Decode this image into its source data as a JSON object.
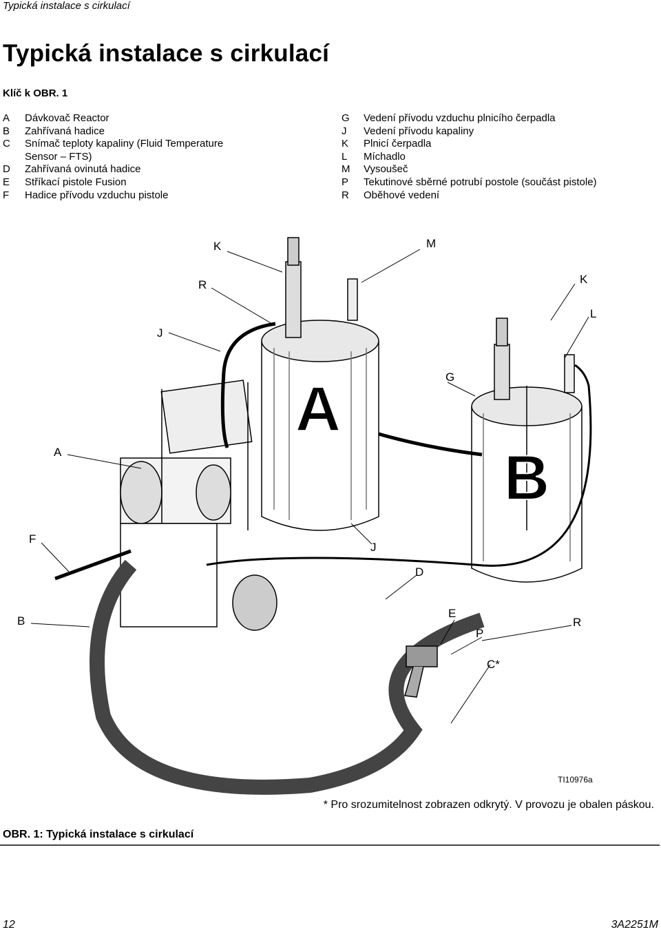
{
  "running_header": "Typická instalace s cirkulací",
  "page_title": "Typická instalace s cirkulací",
  "key_heading": {
    "prefix": "Klíč k ",
    "obr": "OBR",
    "suffix": ". 1"
  },
  "key_left": [
    {
      "letter": "A",
      "text": "Dávkovač Reactor"
    },
    {
      "letter": "B",
      "text": "Zahřívaná hadice"
    },
    {
      "letter": "C",
      "text": "Snímač teploty kapaliny (Fluid Temperature"
    },
    {
      "letter": "",
      "text": "Sensor – FTS)"
    },
    {
      "letter": "D",
      "text": "Zahřívaná ovinutá hadice"
    },
    {
      "letter": "E",
      "text": "Stříkací pistole Fusion"
    },
    {
      "letter": "F",
      "text": "Hadice přívodu vzduchu pistole"
    }
  ],
  "key_right": [
    {
      "letter": "G",
      "text": "Vedení přívodu vzduchu plnicího čerpadla"
    },
    {
      "letter": "J",
      "text": "Vedení přívodu kapaliny"
    },
    {
      "letter": "K",
      "text": "Plnicí čerpadla"
    },
    {
      "letter": "L",
      "text": "Míchadlo"
    },
    {
      "letter": "M",
      "text": "Vysoušeč"
    },
    {
      "letter": "P",
      "text": "Tekutinové sběrné potrubí postole (součást pistole)"
    },
    {
      "letter": "R",
      "text": "Oběhové vedení"
    }
  ],
  "figure": {
    "callouts": {
      "K1": "K",
      "M": "M",
      "R1": "R",
      "K2": "K",
      "L": "L",
      "J1": "J",
      "G": "G",
      "A": "A",
      "F": "F",
      "J2": "J",
      "D": "D",
      "B": "B",
      "E": "E",
      "P": "P",
      "R2": "R",
      "C": "C*"
    },
    "drum_a_label": "A",
    "drum_b_label": "B",
    "figure_id": "TI10976a"
  },
  "footnote": "* Pro srozumitelnost zobrazen odkrytý. V provozu je obalen páskou.",
  "caption": {
    "obr": "OBR",
    "text": ". 1: Typická instalace s cirkulací"
  },
  "footer": {
    "page_number": "12",
    "doc_number": "3A2251M"
  }
}
